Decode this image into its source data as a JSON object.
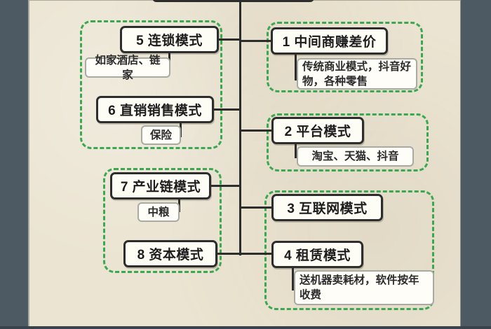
{
  "palette": {
    "background": "#4d5a64",
    "paper": "#ebe4d2",
    "group_border": "#3aa850",
    "line": "#2d2d2d",
    "box_bg": "#fdfcf5",
    "box_border": "#2d2d2d",
    "sub_border": "#a9aaa2"
  },
  "diagram": {
    "type": "mindmap-tree",
    "root_label": "",
    "left_nodes": [
      {
        "label": "5 连锁模式",
        "sub": "如家酒店、链家"
      },
      {
        "label": "6 直销销售模式",
        "sub": "保险"
      },
      {
        "label": "7 产业链模式",
        "sub": "中粮"
      },
      {
        "label": "8 资本模式"
      }
    ],
    "right_nodes": [
      {
        "label": "1 中间商赚差价",
        "sub": "传统商业模式，抖音好物，各种零售"
      },
      {
        "label": "2 平台模式",
        "sub": "淘宝、天猫、抖音"
      },
      {
        "label": "3 互联网模式"
      },
      {
        "label": "4 租赁模式",
        "sub": "送机器卖耗材，软件按年收费"
      }
    ]
  }
}
